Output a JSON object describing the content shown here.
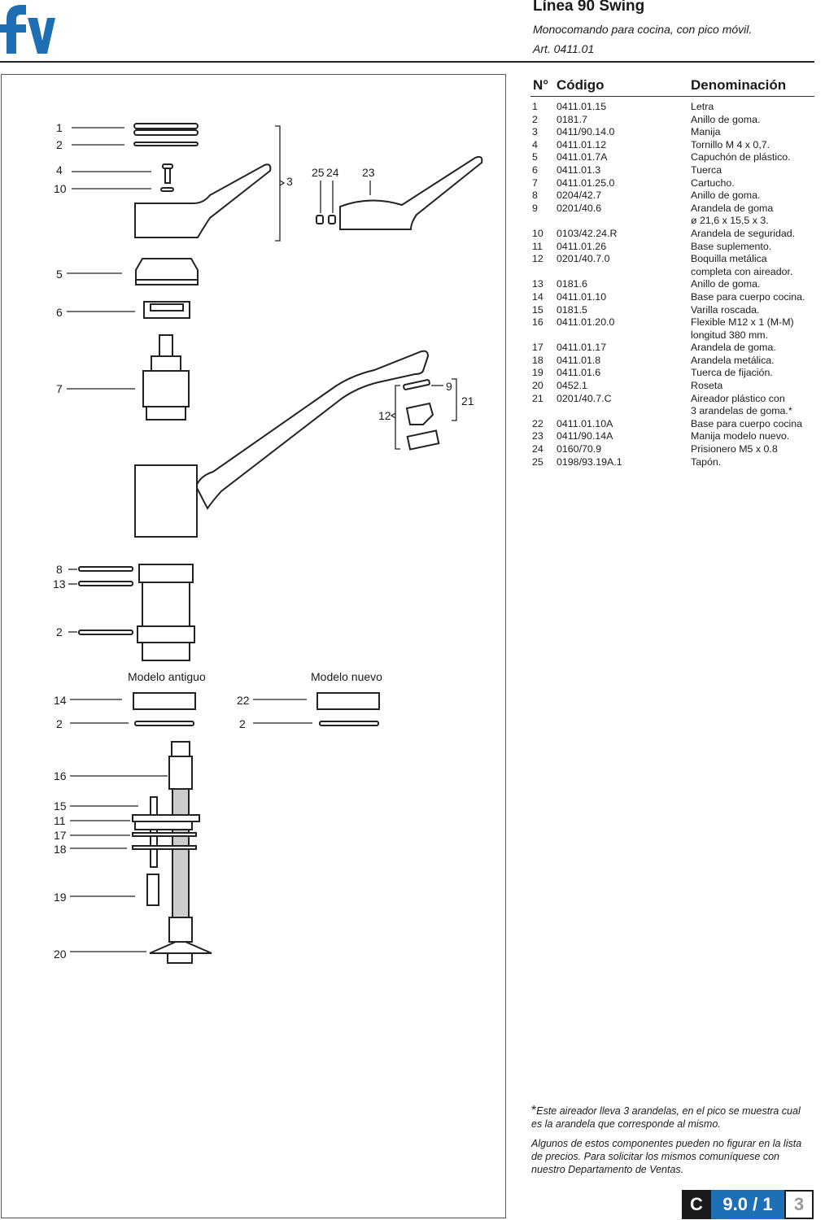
{
  "header": {
    "title": "Línea 90 Swing",
    "subtitle": "Monocomando para cocina, con pico móvil.",
    "article": "Art. 0411.01",
    "logo_text": "fv",
    "brand_color": "#1f6fb4"
  },
  "table": {
    "col_no": "N°",
    "col_code": "Código",
    "col_name": "Denominación",
    "rows": [
      {
        "no": "1",
        "code": "0411.01.15",
        "name": "Letra"
      },
      {
        "no": "2",
        "code": "0181.7",
        "name": "Anillo de goma."
      },
      {
        "no": "3",
        "code": "0411/90.14.0",
        "name": "Manija"
      },
      {
        "no": "4",
        "code": "0411.01.12",
        "name": "Tornillo M 4 x 0,7."
      },
      {
        "no": "5",
        "code": "0411.01.7A",
        "name": "Capuchón de plástico."
      },
      {
        "no": "6",
        "code": "0411.01.3",
        "name": "Tuerca"
      },
      {
        "no": "7",
        "code": "0411.01.25.0",
        "name": "Cartucho."
      },
      {
        "no": "8",
        "code": "0204/42.7",
        "name": "Anillo de goma."
      },
      {
        "no": "9",
        "code": "0201/40.6",
        "name": "Arandela de goma\nø 21,6 x 15,5 x 3."
      },
      {
        "no": "10",
        "code": "0103/42.24.R",
        "name": "Arandela de seguridad."
      },
      {
        "no": "11",
        "code": "0411.01.26",
        "name": "Base suplemento."
      },
      {
        "no": "12",
        "code": "0201/40.7.0",
        "name": "Boquilla metálica\ncompleta con aireador."
      },
      {
        "no": "13",
        "code": "0181.6",
        "name": "Anillo de goma."
      },
      {
        "no": "14",
        "code": "0411.01.10",
        "name": "Base para cuerpo cocina."
      },
      {
        "no": "15",
        "code": "0181.5",
        "name": "Varilla roscada."
      },
      {
        "no": "16",
        "code": "0411.01.20.0",
        "name": "Flexible M12 x 1 (M-M)\nlongitud 380 mm."
      },
      {
        "no": "17",
        "code": "0411.01.17",
        "name": "Arandela de goma."
      },
      {
        "no": "18",
        "code": "0411.01.8",
        "name": "Arandela metálica."
      },
      {
        "no": "19",
        "code": "0411.01.6",
        "name": "Tuerca de fijación."
      },
      {
        "no": "20",
        "code": "0452.1",
        "name": "Roseta"
      },
      {
        "no": "21",
        "code": "0201/40.7.C",
        "name": "Aireador plástico con\n3 arandelas de goma.*"
      },
      {
        "no": "22",
        "code": "0411.01.10A",
        "name": "Base para cuerpo cocina"
      },
      {
        "no": "23",
        "code": "0411/90.14A",
        "name": "Manija modelo nuevo."
      },
      {
        "no": "24",
        "code": "0160/70.9",
        "name": "Prisionero M5 x 0.8"
      },
      {
        "no": "25",
        "code": "0198/93.19A.1",
        "name": "Tapón."
      }
    ]
  },
  "diagram": {
    "labels": {
      "l1": "1",
      "l2": "2",
      "l4": "4",
      "l10": "10",
      "l3": "3",
      "l25": "25",
      "l24": "24",
      "l23": "23",
      "l5": "5",
      "l6": "6",
      "l7": "7",
      "l9": "9",
      "l21": "21",
      "l12": "12",
      "l8": "8",
      "l13": "13",
      "l2b": "2",
      "l14": "14",
      "l2c": "2",
      "l22": "22",
      "l2d": "2",
      "l16": "16",
      "l15": "15",
      "l11": "11",
      "l17": "17",
      "l18": "18",
      "l19": "19",
      "l20": "20"
    },
    "model_old": "Modelo antiguo",
    "model_new": "Modelo nuevo"
  },
  "notes": {
    "star": "*",
    "note1": "Este aireador lleva 3 arandelas, en el pico se muestra cual es la arandela que corresponde al mismo.",
    "note2": "Algunos de estos componentes pueden no figurar en la lista de precios. Para solicitar los mismos comuníquese con nuestro Departamento de Ventas."
  },
  "badge": {
    "letter": "C",
    "code": "9.0 / 1",
    "page": "3"
  }
}
